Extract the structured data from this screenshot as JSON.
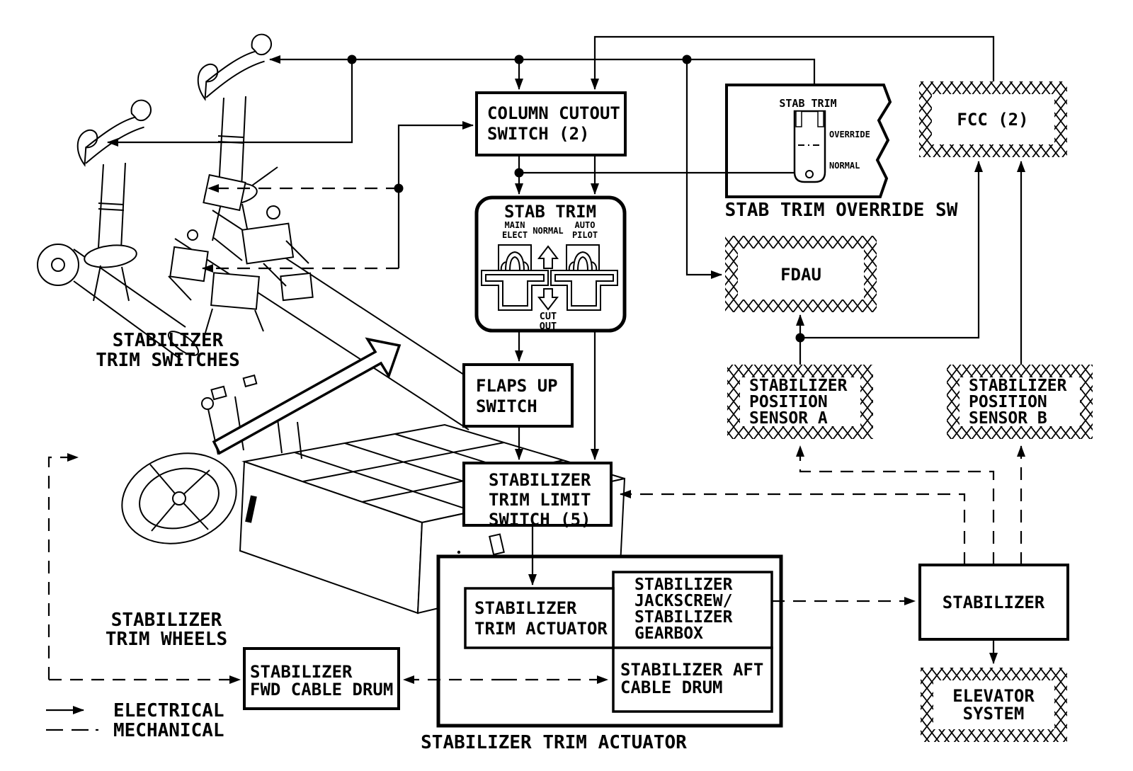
{
  "legend": {
    "electrical_label": "ELECTRICAL",
    "mechanical_label": "MECHANICAL"
  },
  "captions": {
    "trim_switches": {
      "lines": [
        "STABILIZER",
        "TRIM SWITCHES"
      ]
    },
    "trim_wheels": {
      "lines": [
        "STABILIZER",
        "TRIM WHEELS"
      ]
    },
    "override_sw": "STAB TRIM OVERRIDE SW",
    "actuator_assembly": "STABILIZER TRIM ACTUATOR"
  },
  "boxes": {
    "column_cutout": {
      "lines": [
        "COLUMN CUTOUT",
        "SWITCH (2)"
      ]
    },
    "flaps_up": {
      "lines": [
        "FLAPS UP",
        "SWITCH"
      ]
    },
    "trim_limit": {
      "lines": [
        "STABILIZER",
        "TRIM LIMIT",
        "SWITCH (5)"
      ]
    },
    "trim_actuator_inner": {
      "lines": [
        "STABILIZER",
        "TRIM ACTUATOR"
      ]
    },
    "jackscrew": {
      "lines": [
        "STABILIZER",
        "JACKSCREW/",
        "STABILIZER",
        "GEARBOX"
      ]
    },
    "aft_cable_drum": {
      "lines": [
        "STABILIZER AFT",
        "CABLE DRUM"
      ]
    },
    "fwd_cable_drum": {
      "lines": [
        "STABILIZER",
        "FWD CABLE DRUM"
      ]
    },
    "stabilizer": {
      "label": "STABILIZER"
    },
    "fcc": {
      "label": "FCC (2)"
    },
    "fdau": {
      "label": "FDAU"
    },
    "sensor_a": {
      "lines": [
        "STABILIZER",
        "POSITION",
        "SENSOR A"
      ]
    },
    "sensor_b": {
      "lines": [
        "STABILIZER",
        "POSITION",
        "SENSOR B"
      ]
    },
    "elevator": {
      "lines": [
        "ELEVATOR",
        "SYSTEM"
      ]
    }
  },
  "stab_trim_panel": {
    "title": "STAB TRIM",
    "main_elect": {
      "lines": [
        "MAIN",
        "ELECT"
      ]
    },
    "normal": "NORMAL",
    "autopilot": {
      "lines": [
        "AUTO",
        "PILOT"
      ]
    },
    "cutout": {
      "lines": [
        "CUT",
        "OUT"
      ]
    }
  },
  "override_panel": {
    "switch_label": "STAB TRIM",
    "override_pos": "OVERRIDE",
    "normal_pos": "NORMAL"
  },
  "colors": {
    "ink": "#000000",
    "paper": "#ffffff"
  }
}
